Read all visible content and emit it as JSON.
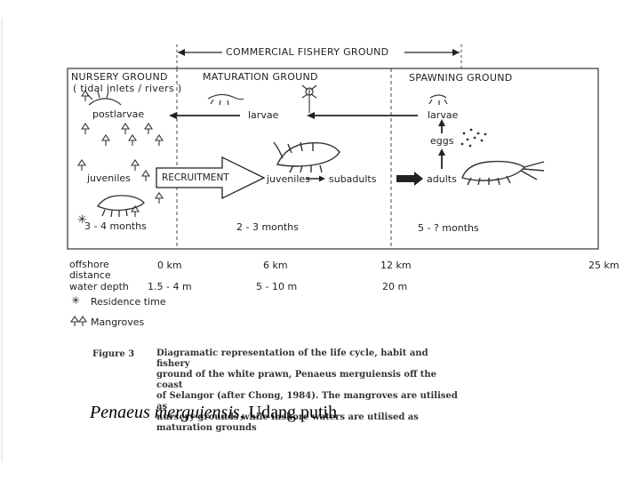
{
  "diagram": {
    "top_banner": "COMMERCIAL FISHERY GROUND",
    "zones": {
      "nursery": "NURSERY GROUND",
      "nursery_sub": "( tidal inlets / rivers )",
      "maturation": "MATURATION GROUND",
      "spawning": "SPAWNING GROUND"
    },
    "stages": {
      "postlarvae": "postlarvae",
      "larvae_mid": "larvae",
      "larvae_right": "larvae",
      "eggs": "eggs",
      "juveniles_left": "juveniles",
      "recruitment": "RECRUITMENT",
      "juveniles_mid": "juveniles",
      "subadults": "subadults",
      "adults": "adults"
    },
    "durations": {
      "nursery": "3 - 4 months",
      "maturation": "2 - 3 months",
      "spawning": "5 - ? months"
    },
    "scale": {
      "offshore_label_1": "offshore",
      "offshore_label_2": "distance",
      "water_depth_label": "water depth",
      "km_0": "0 km",
      "km_6": "6 km",
      "km_12": "12 km",
      "km_25": "25 km",
      "depth_1": "1.5 - 4 m",
      "depth_2": "5 - 10 m",
      "depth_3": "20 m"
    },
    "legend": {
      "residence_symbol": "✳",
      "residence_text": "Residence time",
      "mangrove_text": "Mangroves"
    },
    "figure": {
      "label": "Figure 3",
      "caption_lines": [
        "Diagramatic representation of the life cycle, habit and fishery",
        "ground of the white prawn, Penaeus merguiensis off the coast",
        "of Selangor (after Chong, 1984). The mangroves are utilised as",
        "nursery grounds while inshore waters are utilised as",
        "maturation grounds"
      ]
    }
  },
  "caption": {
    "species_italic": "Penaeus merguiensis",
    "rest": ", Udang putih"
  }
}
